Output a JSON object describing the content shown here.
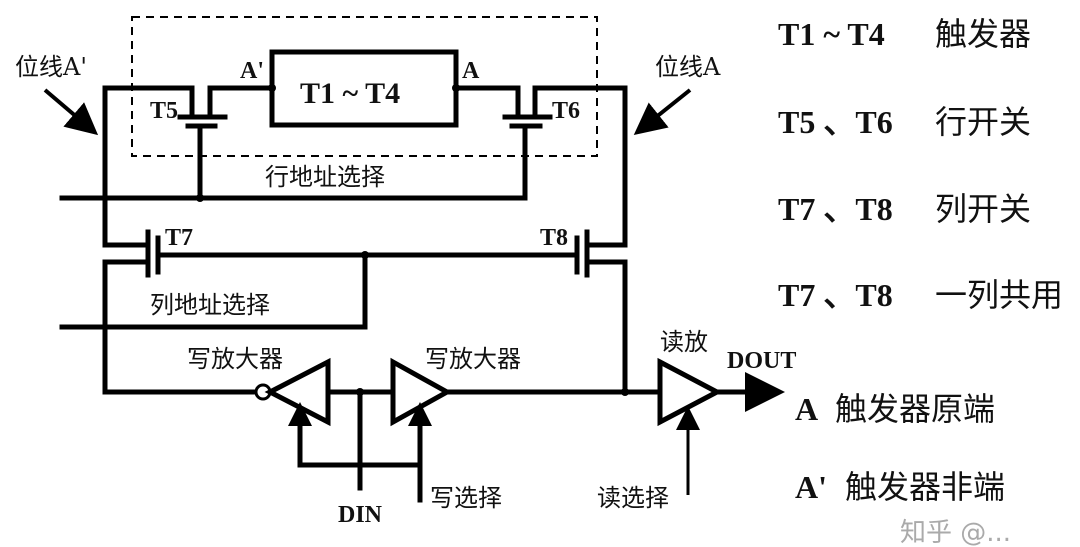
{
  "cell": {
    "block": "T1 ~ T4",
    "node_left": "A'",
    "node_right": "A",
    "t5": "T5",
    "t6": "T6",
    "t7": "T7",
    "t8": "T8"
  },
  "bitlines": {
    "left": "位线A'",
    "right": "位线A"
  },
  "signals": {
    "row_select": "行地址选择",
    "col_select": "列地址选择",
    "write_amp_left": "写放大器",
    "write_amp_right": "写放大器",
    "read_amp": "读放",
    "dout": "DOUT",
    "din": "DIN",
    "write_select": "写选择",
    "read_select": "读选择"
  },
  "legend": [
    {
      "term": "T1 ~ T4",
      "desc": "触发器"
    },
    {
      "term": "T5 、T6",
      "desc": "行开关"
    },
    {
      "term": "T7 、T8",
      "desc": "列开关"
    },
    {
      "term": "T7 、T8",
      "desc": "一列共用"
    },
    {
      "term": "A",
      "desc": "触发器原端"
    },
    {
      "term": "A'",
      "desc": "触发器非端"
    }
  ],
  "watermark": "知乎 @..."
}
